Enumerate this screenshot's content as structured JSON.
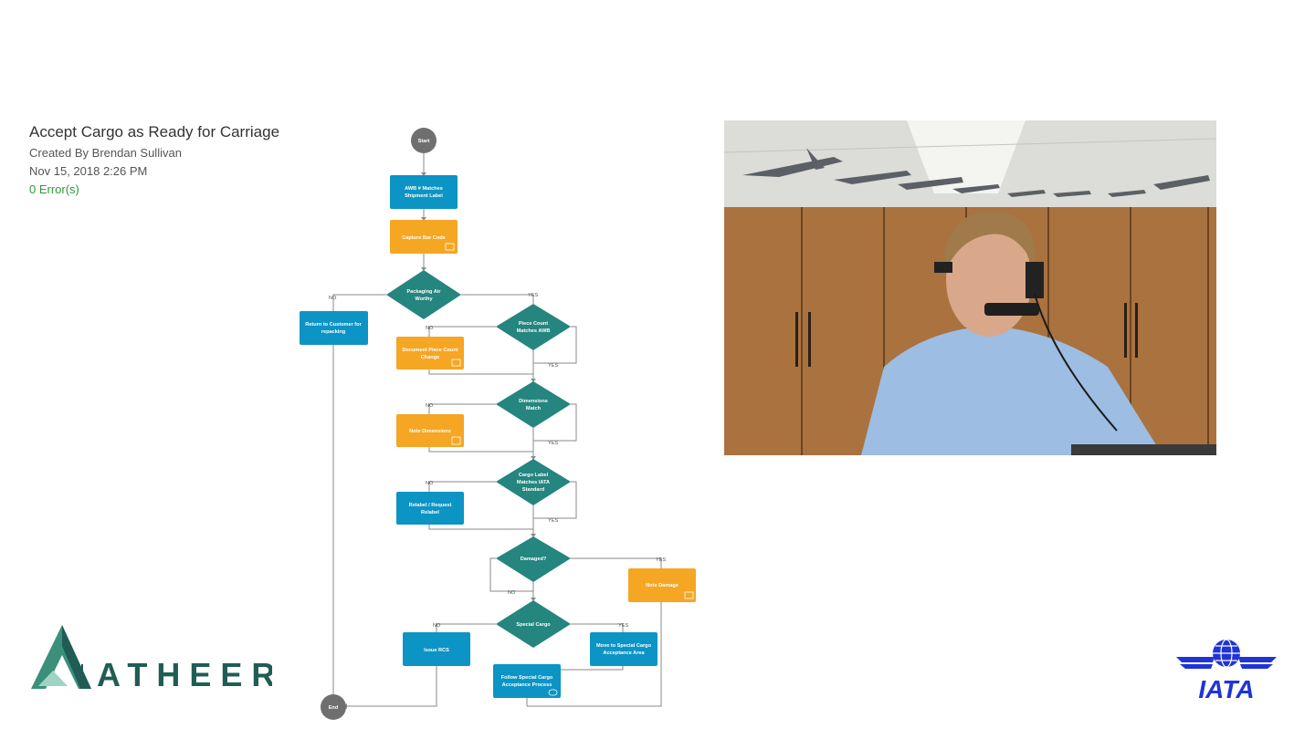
{
  "header": {
    "title": "Accept Cargo as Ready for Carriage",
    "created_by": "Created By Brendan Sullivan",
    "date": "Nov 15, 2018 2:26 PM",
    "errors": "0 Error(s)"
  },
  "flowchart": {
    "nodes": {
      "start": "Start",
      "awb_match": [
        "AWB # Matches",
        "Shipment Label"
      ],
      "capture_barcode": "Capture Bar Code",
      "packaging": [
        "Packaging Air",
        "Worthy"
      ],
      "return_customer": [
        "Return to Customer for",
        "repacking"
      ],
      "piece_count": [
        "Piece Count",
        "Matches AWB"
      ],
      "document_piece": [
        "Document Piece Count",
        "Change"
      ],
      "dimensions_match": [
        "Dimensions",
        "Match"
      ],
      "note_dimensions": "Note Dimensions",
      "cargo_label": [
        "Cargo Label",
        "Matches IATA",
        "Standard"
      ],
      "relabel": [
        "Relabel / Request",
        "Relabel"
      ],
      "damaged": "Damaged?",
      "note_damage": "Note Damage",
      "special_cargo": "Special Cargo",
      "issue_rcs": "Issue RCS",
      "move_special": [
        "Move to Special Cargo",
        "Acceptance Area"
      ],
      "follow_special": [
        "Follow Special Cargo",
        "Acceptance Process"
      ],
      "end": "End"
    },
    "labels": {
      "yes": "YES",
      "no": "NO"
    },
    "colors": {
      "process_blue": "#0c94c4",
      "task_orange": "#f5a623",
      "decision_teal": "#25857f",
      "terminal_gray": "#6f6f6f",
      "connector": "#8a8a8a"
    }
  },
  "logos": {
    "atheer": "ATHEER",
    "iata": "IATA"
  }
}
